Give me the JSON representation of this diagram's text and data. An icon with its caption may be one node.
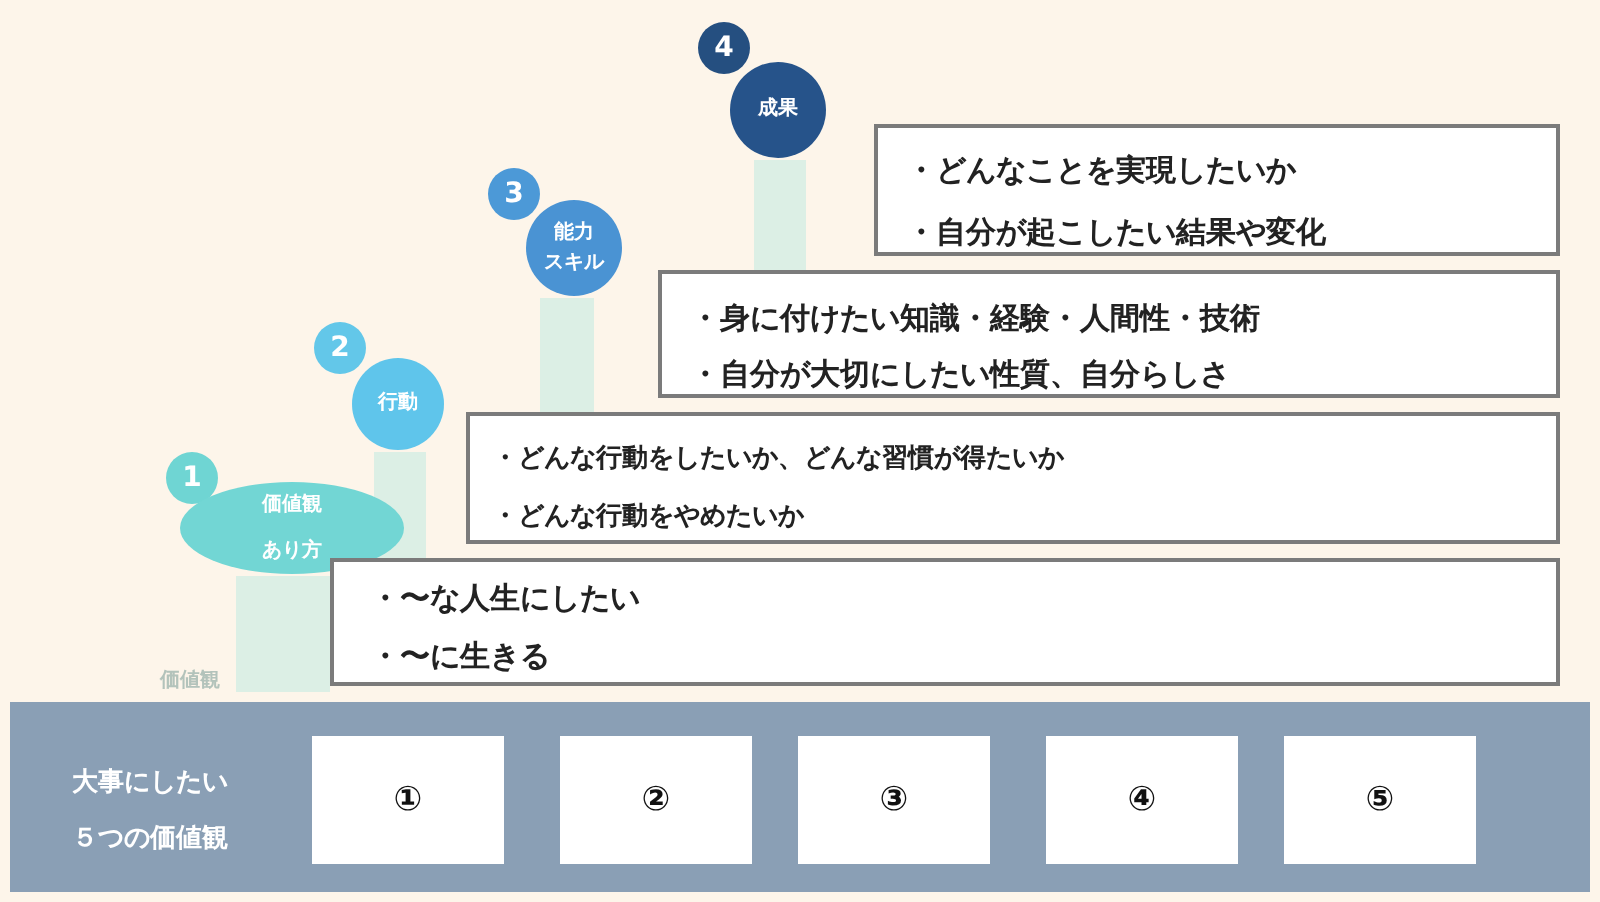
{
  "diagram": {
    "nodes": [
      {
        "text": [
          "1"
        ]
      },
      {
        "text": [
          "価値観",
          "あり方"
        ]
      },
      {
        "text": [
          "2"
        ]
      },
      {
        "text": [
          "行動"
        ]
      },
      {
        "text": [
          "3"
        ]
      },
      {
        "text": [
          "能力",
          "スキル"
        ]
      },
      {
        "text": [
          "4"
        ]
      },
      {
        "text": [
          "成果"
        ]
      },
      {
        "text": [
          "・どんなことを実現したいか",
          "・自分が起こしたい結果や変化"
        ]
      },
      {
        "text": [
          "・身に付けたい知識・経験・人間性・技術",
          "・自分が大切にしたい性質、自分らしさ"
        ]
      },
      {
        "text": [
          "・どんな行動をしたいか、どんな習慣が得たいか",
          "・どんな行動をやめたいか"
        ]
      },
      {
        "text": [
          "・〜な人生にしたい",
          "・〜に生きる"
        ]
      },
      {
        "text": [
          "大事にしたい５つの価値観"
        ]
      },
      {
        "text": [
          "①"
        ],
        "in": 12
      },
      {
        "text": [
          "②"
        ],
        "in": 12
      },
      {
        "text": [
          "③"
        ],
        "in": 12
      },
      {
        "text": [
          "④"
        ],
        "in": 12
      },
      {
        "text": [
          "⑤"
        ],
        "in": 12
      },
      {
        "text": [],
        "shape": "bar"
      },
      {
        "text": [],
        "shape": "bar"
      },
      {
        "text": [],
        "shape": "bar"
      },
      {
        "text": [],
        "shape": "bar"
      }
    ],
    "labels": [
      "価値観"
    ]
  }
}
